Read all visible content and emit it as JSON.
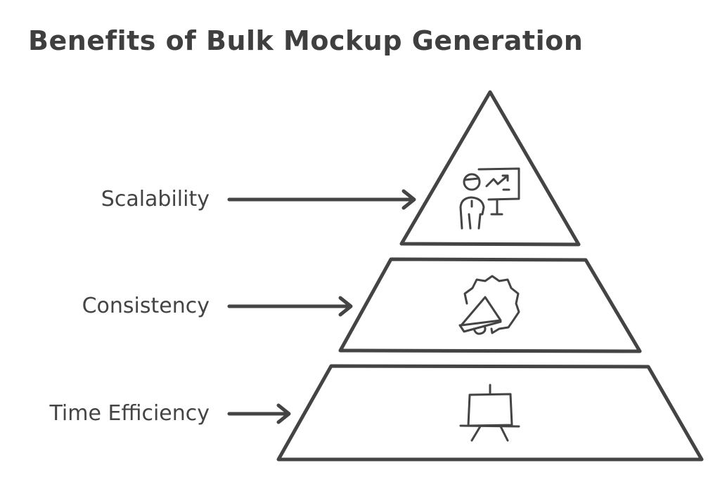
{
  "title": "Benefits of Bulk Mockup Generation",
  "levels": [
    {
      "label": "Scalability",
      "icon": "presenter-chart-icon"
    },
    {
      "label": "Consistency",
      "icon": "megaphone-badge-icon"
    },
    {
      "label": "Time Efficiency",
      "icon": "easel-icon"
    }
  ],
  "colors": {
    "stroke": "#444444",
    "background": "#ffffff"
  }
}
